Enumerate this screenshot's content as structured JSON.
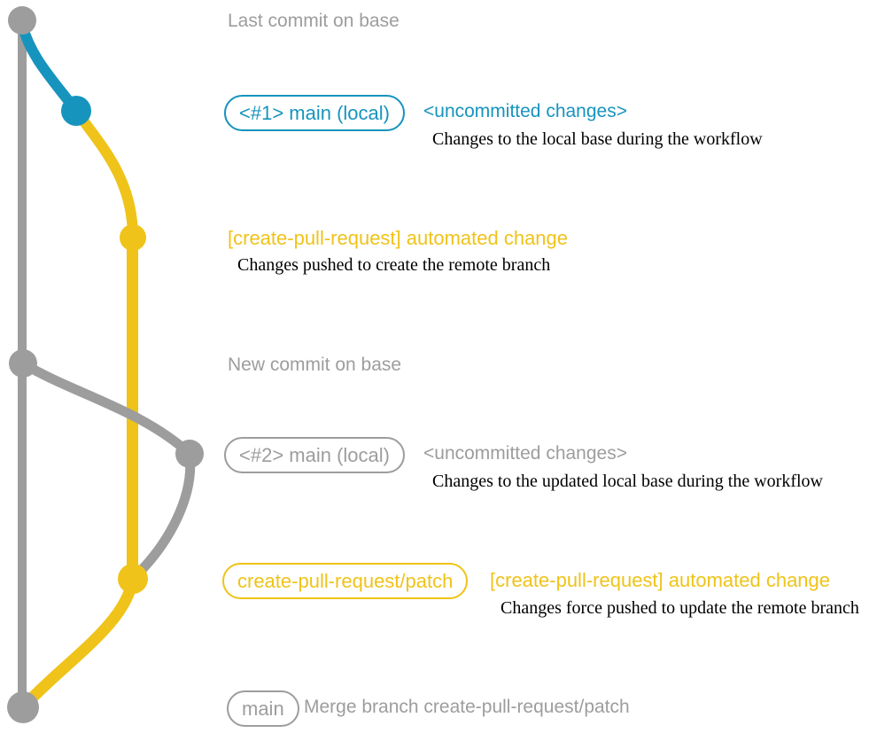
{
  "colors": {
    "gray": "#9d9d9d",
    "blue": "#1794bd",
    "yellow": "#efc319",
    "text_dark": "#000000",
    "background": "#ffffff"
  },
  "annotations": {
    "last_commit_heading": "Last commit on base",
    "new_commit_heading": "New commit on base",
    "row1": {
      "branch_label": "<#1> main (local)",
      "commit_message": "<uncommitted changes>",
      "description": "Changes to the local base during the workflow"
    },
    "row2": {
      "commit_message": "[create-pull-request] automated change",
      "description": "Changes pushed to create the remote branch"
    },
    "row3": {
      "branch_label": "<#2> main (local)",
      "commit_message": "<uncommitted changes>",
      "description": "Changes to the updated local base during the workflow"
    },
    "row4": {
      "branch_label": "create-pull-request/patch",
      "commit_message": "[create-pull-request] automated change",
      "description": "Changes force pushed to update the remote branch"
    },
    "row5": {
      "branch_label": "main",
      "commit_message": "Merge branch create-pull-request/patch"
    }
  }
}
